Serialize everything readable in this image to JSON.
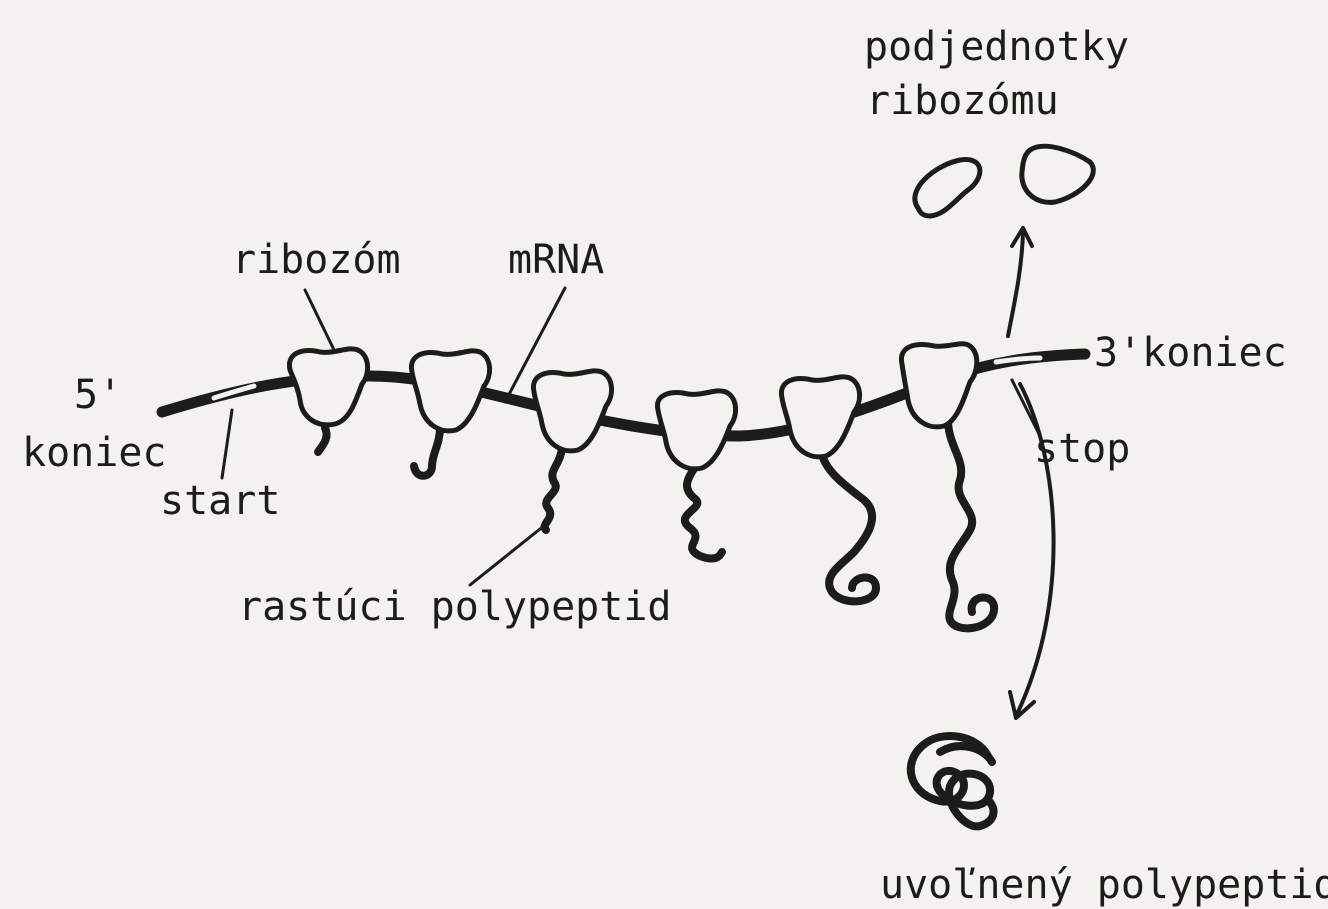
{
  "labels": {
    "subunits_line1": "podjednotky",
    "subunits_line2": "ribozómu",
    "ribosome": "ribozóm",
    "mrna": "mRNA",
    "five_prime_num": "5'",
    "five_prime_word": "koniec",
    "three_prime": "3'koniec",
    "start": "start",
    "stop": "stop",
    "growing_polypeptide": "rastúci polypeptid",
    "released_polypeptide": "uvoľnený polypeptid"
  },
  "colors": {
    "ink": "#1c1c1c",
    "paper": "#f3f2ee"
  }
}
